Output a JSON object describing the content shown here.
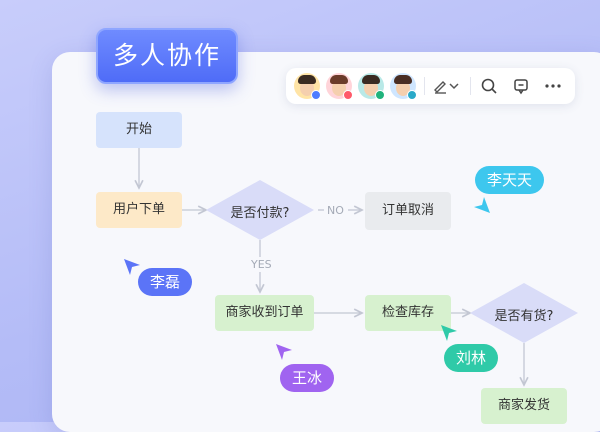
{
  "header": {
    "title": "多人协作"
  },
  "toolbar": {
    "avatars": [
      {
        "name": "avatar-1",
        "bg": "#ffe4a6",
        "status": "#4f7cff"
      },
      {
        "name": "avatar-2",
        "bg": "#ffd4d9",
        "status": "#ff5a6a"
      },
      {
        "name": "avatar-3",
        "bg": "#b9e9e7",
        "status": "#20b37c"
      },
      {
        "name": "avatar-4",
        "bg": "#cfe6ff",
        "status": "#2aa9c8"
      }
    ],
    "icons": [
      "pen-tool-icon",
      "chevron-down-icon",
      "search-icon",
      "comment-icon",
      "more-icon"
    ]
  },
  "flowchart": {
    "start": "开始",
    "order": "用户下单",
    "paid_question": "是否付款?",
    "no_label": "NO",
    "cancel": "订单取消",
    "yes_label": "YES",
    "received": "商家收到订单",
    "check_stock": "检查库存",
    "in_stock_question": "是否有货?",
    "ship": "商家发货"
  },
  "collaborators": [
    {
      "name": "李天天",
      "color": "#3dc7ee"
    },
    {
      "name": "李磊",
      "color": "#5b74f7"
    },
    {
      "name": "王冰",
      "color": "#a064f0"
    },
    {
      "name": "刘林",
      "color": "#2fcaa8"
    }
  ]
}
